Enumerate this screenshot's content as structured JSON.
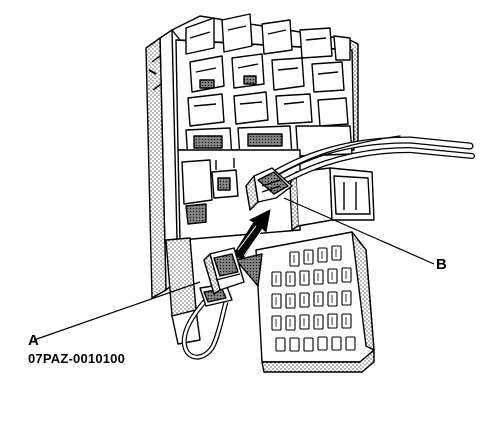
{
  "callouts": {
    "a": {
      "letter": "A",
      "part_number": "07PAZ-0010100"
    },
    "b": {
      "letter": "B"
    }
  },
  "colors": {
    "ink": "#000000",
    "paper": "#ffffff",
    "shade": "#bdbdbd"
  },
  "icons": {
    "fuse-box": "under-dash fuse/relay box line drawing",
    "connector-b": "harness connector B",
    "tool-a": "test harness tool A with loop lead",
    "insertion-arrow": "direction of insertion arrow"
  }
}
